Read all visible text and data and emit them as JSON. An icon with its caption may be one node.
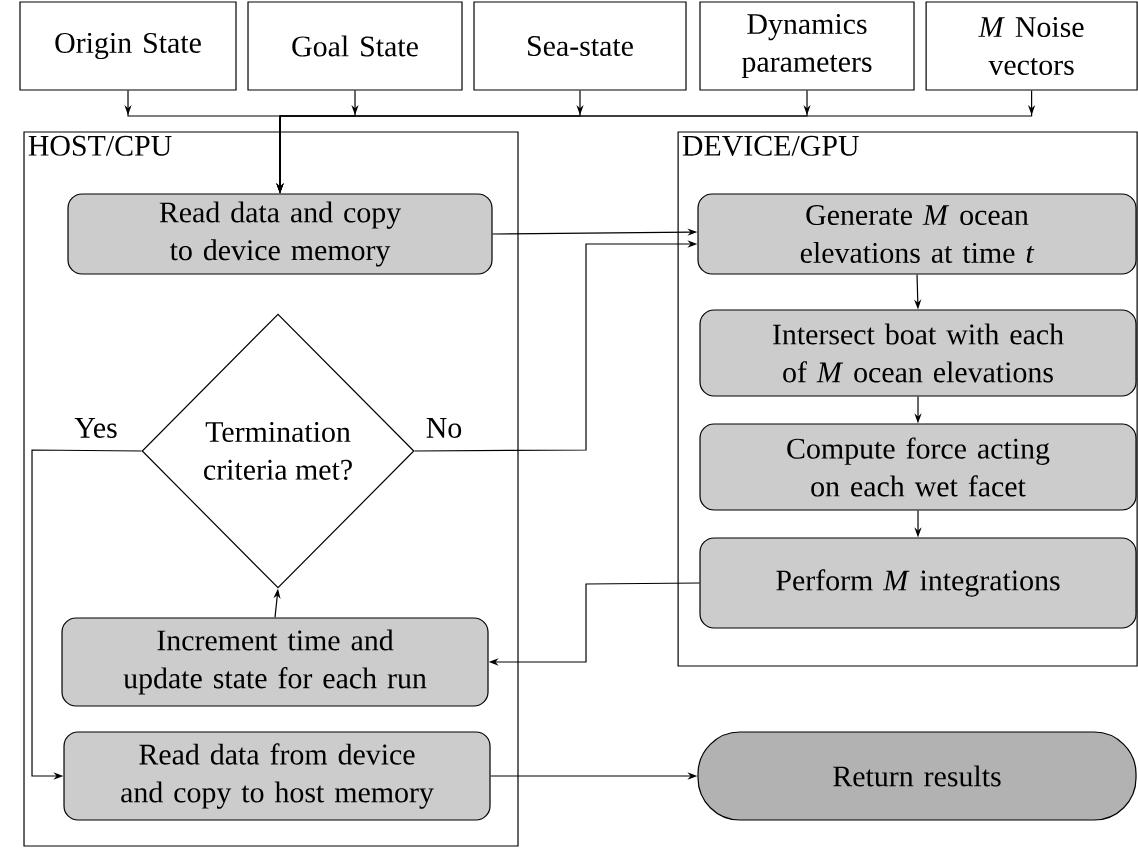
{
  "diagram": {
    "nodes": [
      {
        "text": [
          "Origin State"
        ]
      },
      {
        "text": [
          "Goal State"
        ]
      },
      {
        "text": [
          "Sea-state"
        ]
      },
      {
        "text": [
          "Dynamics parameters"
        ]
      },
      {
        "text": [
          "*M* Noise vectors"
        ]
      },
      {
        "text": [
          "HOST/CPU"
        ]
      },
      {
        "text": [
          "DEVICE/GPU"
        ]
      },
      {
        "text": [
          "Read data and copy to device memory"
        ],
        "in": 5
      },
      {
        "text": [
          "Termination criteria met?"
        ],
        "in": 5
      },
      {
        "text": [
          "Increment time and update state for each run"
        ],
        "in": 5
      },
      {
        "text": [
          "Read data from device and copy to host memory"
        ],
        "in": 5
      },
      {
        "text": [
          "Generate *M* ocean elevations at time *t*"
        ],
        "in": 6
      },
      {
        "text": [
          "Intersect boat with each of *M* ocean elevations"
        ],
        "in": 6
      },
      {
        "text": [
          "Compute force acting on each wet facet"
        ],
        "in": 6
      },
      {
        "text": [
          "Perform *M* integrations"
        ],
        "in": 6
      },
      {
        "text": [
          "Return results"
        ]
      }
    ],
    "edges": [
      {
        "from": 0,
        "to": 7,
        "arrow": "to"
      },
      {
        "from": 1,
        "to": 7,
        "arrow": "to"
      },
      {
        "from": 2,
        "to": 7,
        "arrow": "to"
      },
      {
        "from": 3,
        "to": 7,
        "arrow": "to"
      },
      {
        "from": 4,
        "to": 7,
        "arrow": "to"
      },
      {
        "from": 7,
        "to": 11,
        "arrow": "to"
      },
      {
        "from": 8,
        "to": 11,
        "arrow": "to",
        "label": "No"
      },
      {
        "from": 8,
        "to": 10,
        "arrow": "to",
        "label": "Yes"
      },
      {
        "from": 9,
        "to": 8,
        "arrow": "to"
      },
      {
        "from": 11,
        "to": 12,
        "arrow": "to"
      },
      {
        "from": 12,
        "to": 13,
        "arrow": "to"
      },
      {
        "from": 13,
        "to": 14,
        "arrow": "to"
      },
      {
        "from": 14,
        "to": 9,
        "arrow": "to"
      },
      {
        "from": 10,
        "to": 15,
        "arrow": "to"
      }
    ]
  }
}
